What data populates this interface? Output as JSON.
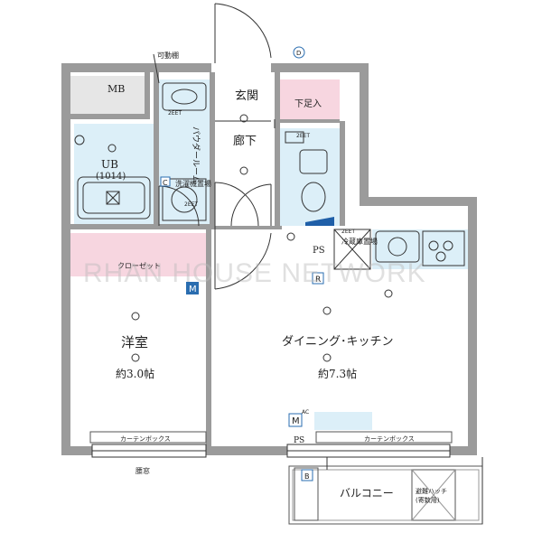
{
  "rooms": {
    "mb": "MB",
    "kadodana": "可動棚",
    "genkan": "玄関",
    "geta": "下足入",
    "rouka": "廊下",
    "ub": "UB",
    "ub_size": "(1014)",
    "powder": "パウダールーム",
    "washer": "洗濯機置場",
    "closet": "クローゼット",
    "ps_upper": "PS",
    "fridge": "冷蔵庫置場",
    "youshitsu": "洋室",
    "youshitsu_size": "約3.0帖",
    "dk": "ダイニング･キッチン",
    "dk_size": "約7.3帖",
    "ps_lower": "PS",
    "curtain_left": "カーテンボックス",
    "curtain_right": "カーテンボックス",
    "koshimado": "腰窓",
    "balcony": "バルコニー",
    "hatch": "避難ハッチ",
    "hatch_sub": "(寄数用)"
  },
  "markers": {
    "m_left": "M",
    "m_right": "M",
    "r": "R",
    "c": "C",
    "d": "D",
    "b": "B",
    "ac": "AC",
    "eet1": "2EET",
    "eet2": "2EET",
    "eet3": "2EET",
    "eet4": "2EET"
  },
  "colors": {
    "wall": "#9b9b9b",
    "wet_area": "#cfeaf6",
    "closet": "#f7d6e0",
    "marker": "#2a6db0"
  },
  "watermark": "RHAN HOUSE NETWORK"
}
